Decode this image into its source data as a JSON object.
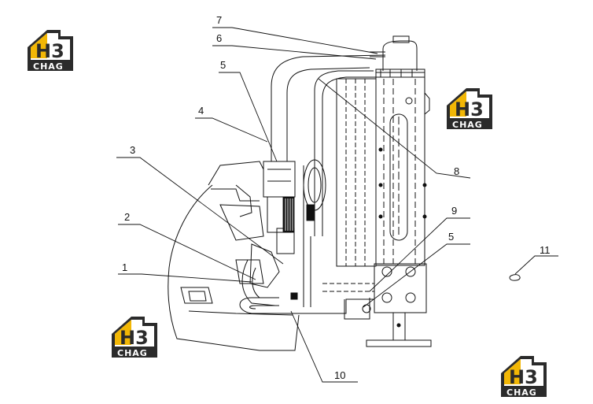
{
  "callouts": [
    {
      "id": "c7",
      "label": "7"
    },
    {
      "id": "c6",
      "label": "6"
    },
    {
      "id": "c5a",
      "label": "5"
    },
    {
      "id": "c4",
      "label": "4"
    },
    {
      "id": "c3",
      "label": "3"
    },
    {
      "id": "c2",
      "label": "2"
    },
    {
      "id": "c1",
      "label": "1"
    },
    {
      "id": "c8",
      "label": "8"
    },
    {
      "id": "c9",
      "label": "9"
    },
    {
      "id": "c5b",
      "label": "5"
    },
    {
      "id": "c11",
      "label": "11"
    },
    {
      "id": "c10",
      "label": "10"
    }
  ],
  "watermark": {
    "logo_letters": "H3",
    "logo_caption": "CHAG",
    "colors": {
      "accent": "#f2b705",
      "dark": "#2b2b2b"
    }
  }
}
